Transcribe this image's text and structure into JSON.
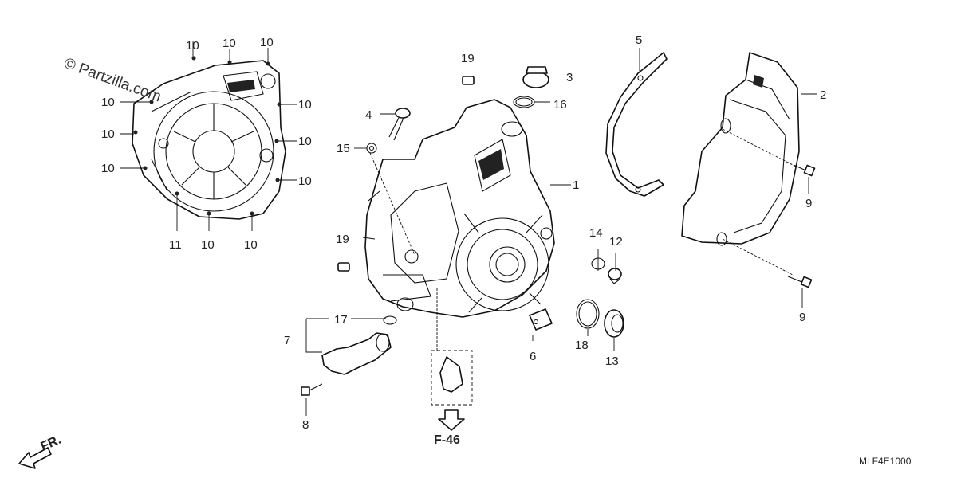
{
  "watermark": "© Partzilla.com",
  "diagram_code": "MLF4E1000",
  "front_indicator": "FR.",
  "reference": "F-46",
  "callouts": [
    {
      "id": "c-10a",
      "text": "10"
    },
    {
      "id": "c-10b",
      "text": "10"
    },
    {
      "id": "c-10c",
      "text": "10"
    },
    {
      "id": "c-10d",
      "text": "10"
    },
    {
      "id": "c-10e",
      "text": "10"
    },
    {
      "id": "c-10f",
      "text": "10"
    },
    {
      "id": "c-10g",
      "text": "10"
    },
    {
      "id": "c-10h",
      "text": "10"
    },
    {
      "id": "c-10i",
      "text": "10"
    },
    {
      "id": "c-10j",
      "text": "10"
    },
    {
      "id": "c-10k",
      "text": "10"
    },
    {
      "id": "c-11",
      "text": "11"
    },
    {
      "id": "c-19a",
      "text": "19"
    },
    {
      "id": "c-3",
      "text": "3"
    },
    {
      "id": "c-16",
      "text": "16"
    },
    {
      "id": "c-4",
      "text": "4"
    },
    {
      "id": "c-15",
      "text": "15"
    },
    {
      "id": "c-5",
      "text": "5"
    },
    {
      "id": "c-2",
      "text": "2"
    },
    {
      "id": "c-1",
      "text": "1"
    },
    {
      "id": "c-9a",
      "text": "9"
    },
    {
      "id": "c-19b",
      "text": "19"
    },
    {
      "id": "c-14",
      "text": "14"
    },
    {
      "id": "c-12",
      "text": "12"
    },
    {
      "id": "c-9b",
      "text": "9"
    },
    {
      "id": "c-17",
      "text": "17"
    },
    {
      "id": "c-7",
      "text": "7"
    },
    {
      "id": "c-6",
      "text": "6"
    },
    {
      "id": "c-18",
      "text": "18"
    },
    {
      "id": "c-13",
      "text": "13"
    },
    {
      "id": "c-8",
      "text": "8"
    }
  ]
}
